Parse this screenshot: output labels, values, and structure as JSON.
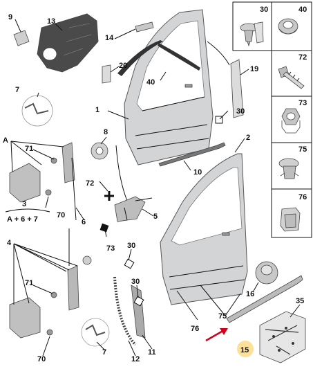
{
  "diagram": {
    "callouts": {
      "c1": "1",
      "c2": "2",
      "c3": "3",
      "c4": "4",
      "c5": "5",
      "c6": "6",
      "c7a": "7",
      "c7b": "7",
      "c8": "8",
      "c9": "9",
      "c10": "10",
      "c11": "11",
      "c12": "12",
      "c13": "13",
      "c14": "14",
      "c15": "15",
      "c16": "16",
      "c19": "19",
      "c20": "20",
      "c30a": "30",
      "c30b": "30",
      "c30c": "30",
      "c35": "35",
      "c40": "40",
      "c70a": "70",
      "c70b": "70",
      "c71a": "71",
      "c71b": "71",
      "c72": "72",
      "c73": "73",
      "c75": "75",
      "c76": "76",
      "cA": "A"
    },
    "formula": "A + 6 + 7",
    "side_panel": [
      "30",
      "40",
      "72",
      "73",
      "75",
      "76"
    ],
    "colors": {
      "highlight": "#fde19a",
      "arrow": "#d0021b",
      "door": "#d3d4d5"
    }
  }
}
